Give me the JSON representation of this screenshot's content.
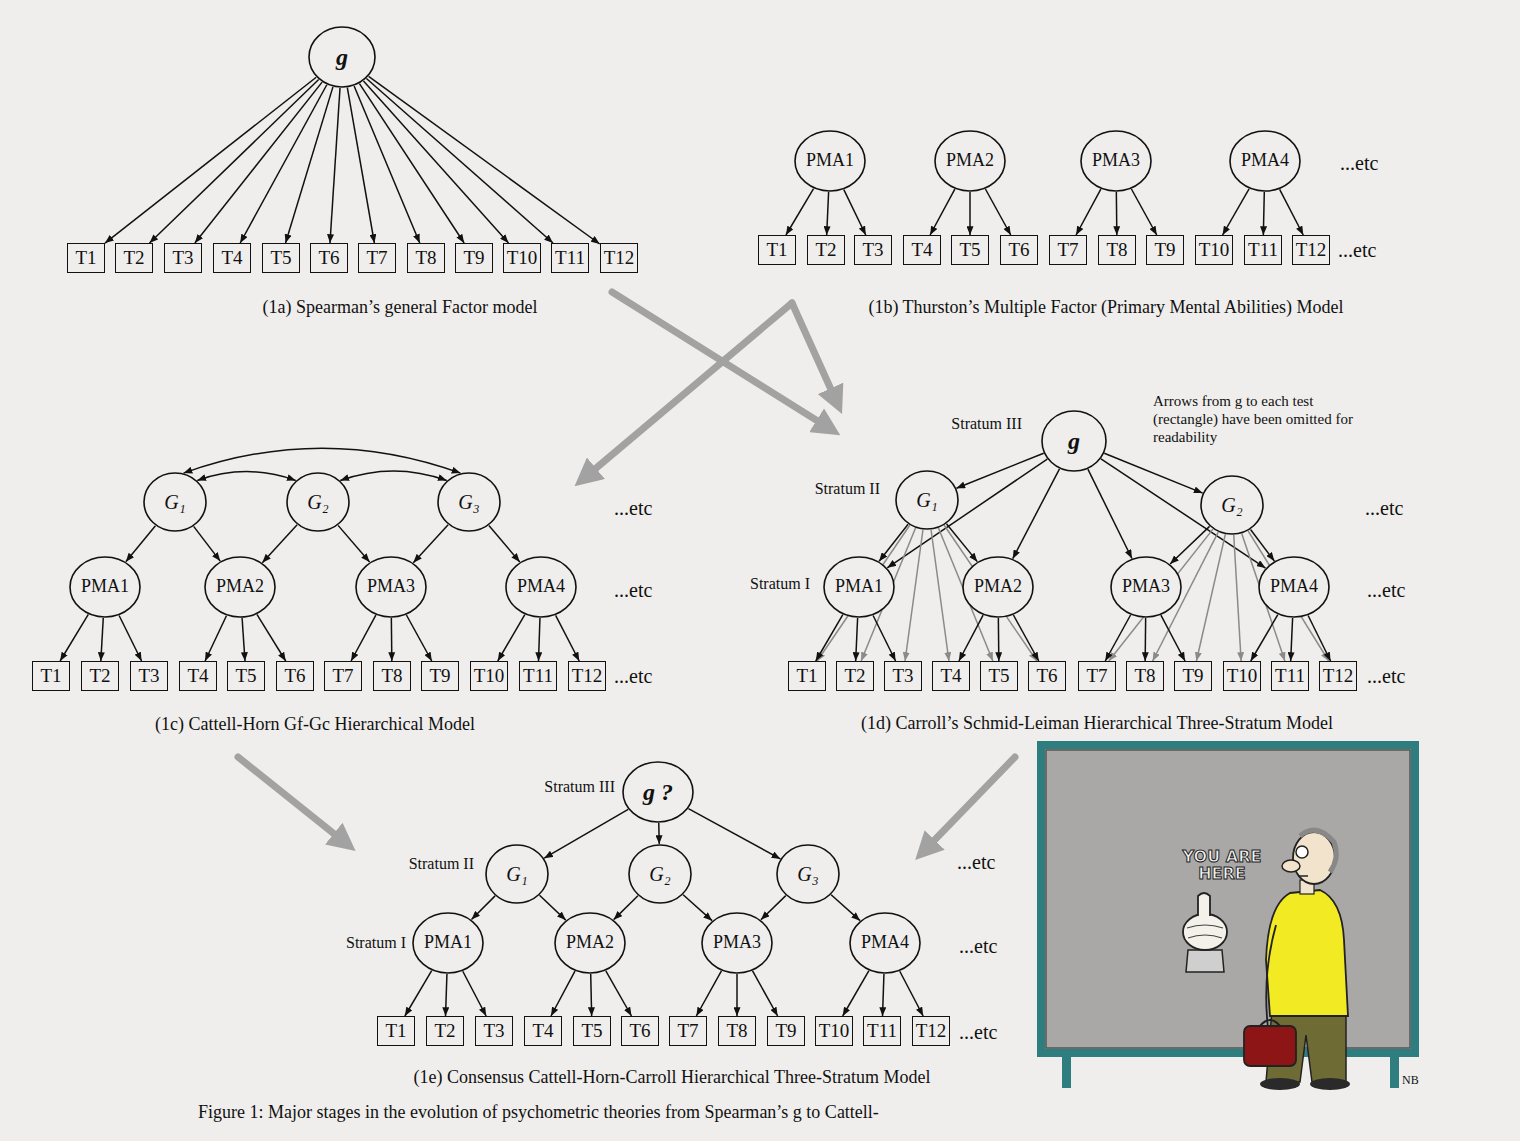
{
  "diagram": {
    "caption": "Figure 1: Major stages in the evolution of psychometric theories from Spearman’s g to Cattell-",
    "nodes": [
      {
        "text": [
          "g"
        ]
      },
      {
        "text": [
          "T1"
        ]
      },
      {
        "text": [
          "T2"
        ]
      },
      {
        "text": [
          "T3"
        ]
      },
      {
        "text": [
          "T4"
        ]
      },
      {
        "text": [
          "T5"
        ]
      },
      {
        "text": [
          "T6"
        ]
      },
      {
        "text": [
          "T7"
        ]
      },
      {
        "text": [
          "T8"
        ]
      },
      {
        "text": [
          "T9"
        ]
      },
      {
        "text": [
          "T10"
        ]
      },
      {
        "text": [
          "T11"
        ]
      },
      {
        "text": [
          "T12"
        ]
      },
      {
        "text": [
          "PMA1"
        ]
      },
      {
        "text": [
          "PMA2"
        ]
      },
      {
        "text": [
          "PMA3"
        ]
      },
      {
        "text": [
          "PMA4"
        ]
      },
      {
        "text": [
          "T1"
        ]
      },
      {
        "text": [
          "T2"
        ]
      },
      {
        "text": [
          "T3"
        ]
      },
      {
        "text": [
          "T4"
        ]
      },
      {
        "text": [
          "T5"
        ]
      },
      {
        "text": [
          "T6"
        ]
      },
      {
        "text": [
          "T7"
        ]
      },
      {
        "text": [
          "T8"
        ]
      },
      {
        "text": [
          "T9"
        ]
      },
      {
        "text": [
          "T10"
        ]
      },
      {
        "text": [
          "T11"
        ]
      },
      {
        "text": [
          "T12"
        ]
      },
      {
        "text": [
          "G₁"
        ]
      },
      {
        "text": [
          "G₂"
        ]
      },
      {
        "text": [
          "G₃"
        ]
      },
      {
        "text": [
          "PMA1"
        ]
      },
      {
        "text": [
          "PMA2"
        ]
      },
      {
        "text": [
          "PMA3"
        ]
      },
      {
        "text": [
          "PMA4"
        ]
      },
      {
        "text": [
          "T1"
        ]
      },
      {
        "text": [
          "T2"
        ]
      },
      {
        "text": [
          "T3"
        ]
      },
      {
        "text": [
          "T4"
        ]
      },
      {
        "text": [
          "T5"
        ]
      },
      {
        "text": [
          "T6"
        ]
      },
      {
        "text": [
          "T7"
        ]
      },
      {
        "text": [
          "T8"
        ]
      },
      {
        "text": [
          "T9"
        ]
      },
      {
        "text": [
          "T10"
        ]
      },
      {
        "text": [
          "T11"
        ]
      },
      {
        "text": [
          "T12"
        ]
      },
      {
        "text": [
          "g"
        ]
      },
      {
        "text": [
          "G₁"
        ]
      },
      {
        "text": [
          "G₂"
        ]
      },
      {
        "text": [
          "PMA1"
        ]
      },
      {
        "text": [
          "PMA2"
        ]
      },
      {
        "text": [
          "PMA3"
        ]
      },
      {
        "text": [
          "PMA4"
        ]
      },
      {
        "text": [
          "T1"
        ]
      },
      {
        "text": [
          "T2"
        ]
      },
      {
        "text": [
          "T3"
        ]
      },
      {
        "text": [
          "T4"
        ]
      },
      {
        "text": [
          "T5"
        ]
      },
      {
        "text": [
          "T6"
        ]
      },
      {
        "text": [
          "T7"
        ]
      },
      {
        "text": [
          "T8"
        ]
      },
      {
        "text": [
          "T9"
        ]
      },
      {
        "text": [
          "T10"
        ]
      },
      {
        "text": [
          "T11"
        ]
      },
      {
        "text": [
          "T12"
        ]
      },
      {
        "text": [
          "g ?"
        ]
      },
      {
        "text": [
          "G₁"
        ]
      },
      {
        "text": [
          "G₂"
        ]
      },
      {
        "text": [
          "G₃"
        ]
      },
      {
        "text": [
          "PMA1"
        ]
      },
      {
        "text": [
          "PMA2"
        ]
      },
      {
        "text": [
          "PMA3"
        ]
      },
      {
        "text": [
          "PMA4"
        ]
      },
      {
        "text": [
          "T1"
        ]
      },
      {
        "text": [
          "T2"
        ]
      },
      {
        "text": [
          "T3"
        ]
      },
      {
        "text": [
          "T4"
        ]
      },
      {
        "text": [
          "T5"
        ]
      },
      {
        "text": [
          "T6"
        ]
      },
      {
        "text": [
          "T7"
        ]
      },
      {
        "text": [
          "T8"
        ]
      },
      {
        "text": [
          "T9"
        ]
      },
      {
        "text": [
          "T10"
        ]
      },
      {
        "text": [
          "T11"
        ]
      },
      {
        "text": [
          "T12"
        ]
      }
    ],
    "edges": [
      {
        "from": 0,
        "to": 1,
        "arrow": "to"
      },
      {
        "from": 0,
        "to": 2,
        "arrow": "to"
      },
      {
        "from": 0,
        "to": 3,
        "arrow": "to"
      },
      {
        "from": 0,
        "to": 4,
        "arrow": "to"
      },
      {
        "from": 0,
        "to": 5,
        "arrow": "to"
      },
      {
        "from": 0,
        "to": 6,
        "arrow": "to"
      },
      {
        "from": 0,
        "to": 7,
        "arrow": "to"
      },
      {
        "from": 0,
        "to": 8,
        "arrow": "to"
      },
      {
        "from": 0,
        "to": 9,
        "arrow": "to"
      },
      {
        "from": 0,
        "to": 10,
        "arrow": "to"
      },
      {
        "from": 0,
        "to": 11,
        "arrow": "to"
      },
      {
        "from": 0,
        "to": 12,
        "arrow": "to"
      },
      {
        "from": 13,
        "to": 17,
        "arrow": "to"
      },
      {
        "from": 13,
        "to": 18,
        "arrow": "to"
      },
      {
        "from": 13,
        "to": 19,
        "arrow": "to"
      },
      {
        "from": 14,
        "to": 20,
        "arrow": "to"
      },
      {
        "from": 14,
        "to": 21,
        "arrow": "to"
      },
      {
        "from": 14,
        "to": 22,
        "arrow": "to"
      },
      {
        "from": 15,
        "to": 23,
        "arrow": "to"
      },
      {
        "from": 15,
        "to": 24,
        "arrow": "to"
      },
      {
        "from": 15,
        "to": 25,
        "arrow": "to"
      },
      {
        "from": 16,
        "to": 26,
        "arrow": "to"
      },
      {
        "from": 16,
        "to": 27,
        "arrow": "to"
      },
      {
        "from": 16,
        "to": 28,
        "arrow": "to"
      },
      {
        "from": 29,
        "to": 30,
        "arrow": "both"
      },
      {
        "from": 30,
        "to": 31,
        "arrow": "both"
      },
      {
        "from": 29,
        "to": 31,
        "arrow": "both"
      },
      {
        "from": 29,
        "to": 32,
        "arrow": "to"
      },
      {
        "from": 29,
        "to": 33,
        "arrow": "to"
      },
      {
        "from": 30,
        "to": 33,
        "arrow": "to"
      },
      {
        "from": 30,
        "to": 34,
        "arrow": "to"
      },
      {
        "from": 31,
        "to": 34,
        "arrow": "to"
      },
      {
        "from": 31,
        "to": 35,
        "arrow": "to"
      },
      {
        "from": 32,
        "to": 36,
        "arrow": "to"
      },
      {
        "from": 32,
        "to": 37,
        "arrow": "to"
      },
      {
        "from": 32,
        "to": 38,
        "arrow": "to"
      },
      {
        "from": 33,
        "to": 39,
        "arrow": "to"
      },
      {
        "from": 33,
        "to": 40,
        "arrow": "to"
      },
      {
        "from": 33,
        "to": 41,
        "arrow": "to"
      },
      {
        "from": 34,
        "to": 42,
        "arrow": "to"
      },
      {
        "from": 34,
        "to": 43,
        "arrow": "to"
      },
      {
        "from": 34,
        "to": 44,
        "arrow": "to"
      },
      {
        "from": 35,
        "to": 45,
        "arrow": "to"
      },
      {
        "from": 35,
        "to": 46,
        "arrow": "to"
      },
      {
        "from": 35,
        "to": 47,
        "arrow": "to"
      },
      {
        "from": 48,
        "to": 49,
        "arrow": "to"
      },
      {
        "from": 48,
        "to": 50,
        "arrow": "to"
      },
      {
        "from": 48,
        "to": 51,
        "arrow": "to"
      },
      {
        "from": 48,
        "to": 52,
        "arrow": "to"
      },
      {
        "from": 48,
        "to": 53,
        "arrow": "to"
      },
      {
        "from": 48,
        "to": 54,
        "arrow": "to"
      },
      {
        "from": 49,
        "to": 51,
        "arrow": "to"
      },
      {
        "from": 49,
        "to": 52,
        "arrow": "to"
      },
      {
        "from": 50,
        "to": 53,
        "arrow": "to"
      },
      {
        "from": 50,
        "to": 54,
        "arrow": "to"
      },
      {
        "from": 49,
        "to": 55,
        "arrow": "to"
      },
      {
        "from": 49,
        "to": 56,
        "arrow": "to"
      },
      {
        "from": 49,
        "to": 57,
        "arrow": "to"
      },
      {
        "from": 49,
        "to": 58,
        "arrow": "to"
      },
      {
        "from": 49,
        "to": 59,
        "arrow": "to"
      },
      {
        "from": 49,
        "to": 60,
        "arrow": "to"
      },
      {
        "from": 50,
        "to": 61,
        "arrow": "to"
      },
      {
        "from": 50,
        "to": 62,
        "arrow": "to"
      },
      {
        "from": 50,
        "to": 63,
        "arrow": "to"
      },
      {
        "from": 50,
        "to": 64,
        "arrow": "to"
      },
      {
        "from": 50,
        "to": 65,
        "arrow": "to"
      },
      {
        "from": 50,
        "to": 66,
        "arrow": "to"
      },
      {
        "from": 51,
        "to": 55,
        "arrow": "to"
      },
      {
        "from": 51,
        "to": 56,
        "arrow": "to"
      },
      {
        "from": 51,
        "to": 57,
        "arrow": "to"
      },
      {
        "from": 52,
        "to": 58,
        "arrow": "to"
      },
      {
        "from": 52,
        "to": 59,
        "arrow": "to"
      },
      {
        "from": 52,
        "to": 60,
        "arrow": "to"
      },
      {
        "from": 53,
        "to": 61,
        "arrow": "to"
      },
      {
        "from": 53,
        "to": 62,
        "arrow": "to"
      },
      {
        "from": 53,
        "to": 63,
        "arrow": "to"
      },
      {
        "from": 54,
        "to": 64,
        "arrow": "to"
      },
      {
        "from": 54,
        "to": 65,
        "arrow": "to"
      },
      {
        "from": 54,
        "to": 66,
        "arrow": "to"
      },
      {
        "from": 67,
        "to": 68,
        "arrow": "to"
      },
      {
        "from": 67,
        "to": 69,
        "arrow": "to"
      },
      {
        "from": 67,
        "to": 70,
        "arrow": "to"
      },
      {
        "from": 68,
        "to": 71,
        "arrow": "to"
      },
      {
        "from": 68,
        "to": 72,
        "arrow": "to"
      },
      {
        "from": 69,
        "to": 72,
        "arrow": "to"
      },
      {
        "from": 69,
        "to": 73,
        "arrow": "to"
      },
      {
        "from": 70,
        "to": 73,
        "arrow": "to"
      },
      {
        "from": 70,
        "to": 74,
        "arrow": "to"
      },
      {
        "from": 71,
        "to": 75,
        "arrow": "to"
      },
      {
        "from": 71,
        "to": 76,
        "arrow": "to"
      },
      {
        "from": 71,
        "to": 77,
        "arrow": "to"
      },
      {
        "from": 72,
        "to": 78,
        "arrow": "to"
      },
      {
        "from": 72,
        "to": 79,
        "arrow": "to"
      },
      {
        "from": 72,
        "to": 80,
        "arrow": "to"
      },
      {
        "from": 73,
        "to": 81,
        "arrow": "to"
      },
      {
        "from": 73,
        "to": 82,
        "arrow": "to"
      },
      {
        "from": 73,
        "to": 83,
        "arrow": "to"
      },
      {
        "from": 74,
        "to": 84,
        "arrow": "to"
      },
      {
        "from": 74,
        "to": 85,
        "arrow": "to"
      },
      {
        "from": 74,
        "to": 86,
        "arrow": "to"
      }
    ],
    "labels": [
      "(1a) Spearman’s general Factor model",
      "...etc",
      "...etc",
      "(1b) Thurston’s Multiple Factor (Primary Mental Abilities) Model",
      "...etc",
      "...etc",
      "...etc",
      "(1c) Cattell-Horn Gf-Gc Hierarchical Model",
      "Stratum III",
      "Stratum II",
      "Stratum I",
      "Arrows from g to each test (rectangle) have been omitted for readability",
      "...etc",
      "...etc",
      "...etc",
      "(1d) Carroll’s Schmid-Leiman Hierarchical Three-Stratum Model",
      "Stratum III",
      "Stratum II",
      "Stratum I",
      "...etc",
      "...etc",
      "...etc",
      "(1e) Consensus Cattell-Horn-Carroll Hierarchical Three-Stratum Model",
      "YOU ARE HERE",
      "NB"
    ]
  }
}
